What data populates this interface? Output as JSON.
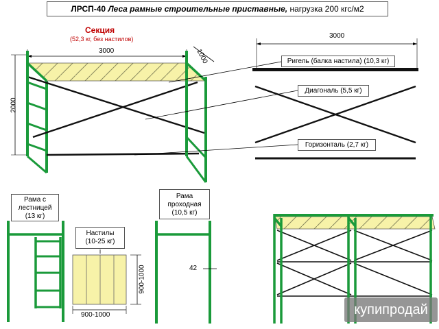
{
  "title": {
    "code": "ЛРСП-40",
    "name": "Леса рамные строительные приставные,",
    "load": "нагрузка 200 кгс/м2"
  },
  "section": {
    "label": "Секция",
    "weight": "(52,3 кг, без настилов)"
  },
  "dimensions": {
    "section_length": "3000",
    "section_depth": "1000",
    "section_height": "2000",
    "beam_length": "3000",
    "deck_height": "900-1000",
    "deck_width": "900-1000",
    "frame_gap": "42"
  },
  "callouts": {
    "rigel": "Ригель (балка настила) (10,3 кг)",
    "diagonal": "Диагональ (5,5 кг)",
    "horizontal": "Горизонталь (2,7 кг)",
    "ladder_frame": [
      "Рама с",
      "лестницей",
      "(13 кг)"
    ],
    "decks": [
      "Настилы",
      "(10-25 кг)"
    ],
    "walk_frame": [
      "Рама",
      "проходная",
      "(10,5 кг)"
    ]
  },
  "watermark": "купипродай",
  "colors": {
    "frame": "#1a9a3a",
    "deck": "#f5f0a0",
    "brace": "#111111",
    "accent": "#c00000"
  }
}
